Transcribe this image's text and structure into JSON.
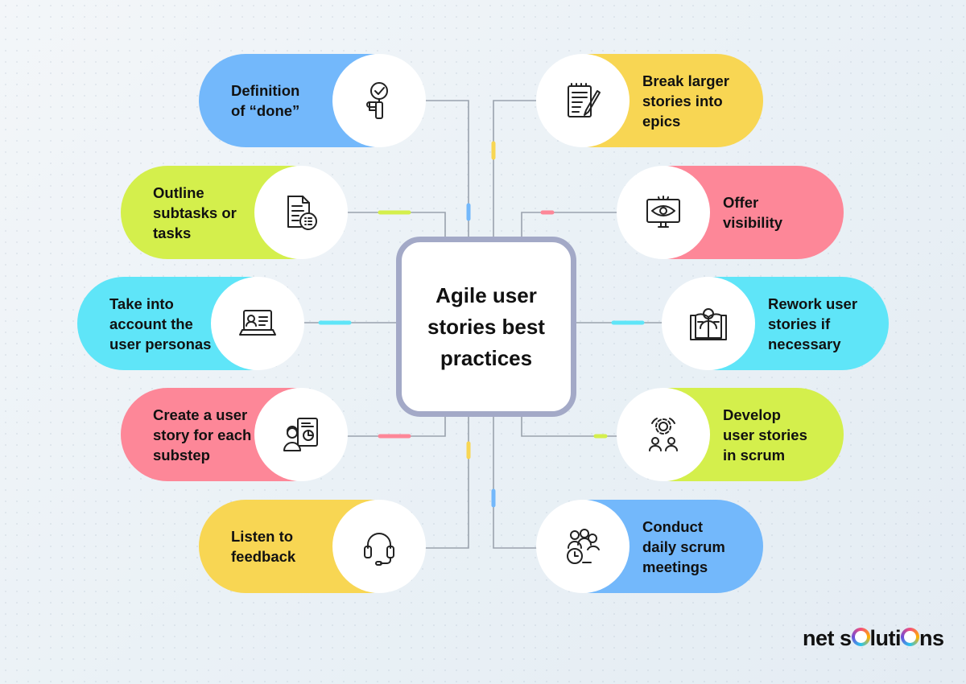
{
  "center_title": "Agile user\nstories best\npractices",
  "colors": {
    "blue": "#73b8fb",
    "yellow": "#f8d653",
    "green": "#d4ef4c",
    "pink": "#fd8798",
    "cyan": "#5fe5f8",
    "center_border": "#a3a9c7",
    "line": "#9aa2ad"
  },
  "left_items": [
    {
      "label": "Definition\nof “done”",
      "color": "blue",
      "icon": "checkmark-magnifier-icon"
    },
    {
      "label": "Outline\nsubtasks or\ntasks",
      "color": "green",
      "icon": "document-list-icon"
    },
    {
      "label": "Take into\naccount the\nuser personas",
      "color": "cyan",
      "icon": "laptop-profile-icon"
    },
    {
      "label": "Create a user\nstory for each\nsubstep",
      "color": "pink",
      "icon": "person-chart-icon"
    },
    {
      "label": "Listen to\nfeedback",
      "color": "yellow",
      "icon": "headset-icon"
    }
  ],
  "right_items": [
    {
      "label": "Break larger\nstories into\nepics",
      "color": "yellow",
      "icon": "notepad-pen-icon"
    },
    {
      "label": "Offer\nvisibility",
      "color": "pink",
      "icon": "monitor-eye-icon"
    },
    {
      "label": "Rework user\nstories if\nnecessary",
      "color": "cyan",
      "icon": "book-person-icon"
    },
    {
      "label": "Develop\nuser stories\nin scrum",
      "color": "green",
      "icon": "team-gear-icon"
    },
    {
      "label": "Conduct\ndaily scrum\nmeetings",
      "color": "blue",
      "icon": "group-clock-icon"
    }
  ],
  "logo": {
    "part1": "net s",
    "part2": "luti",
    "part3": "ns"
  }
}
